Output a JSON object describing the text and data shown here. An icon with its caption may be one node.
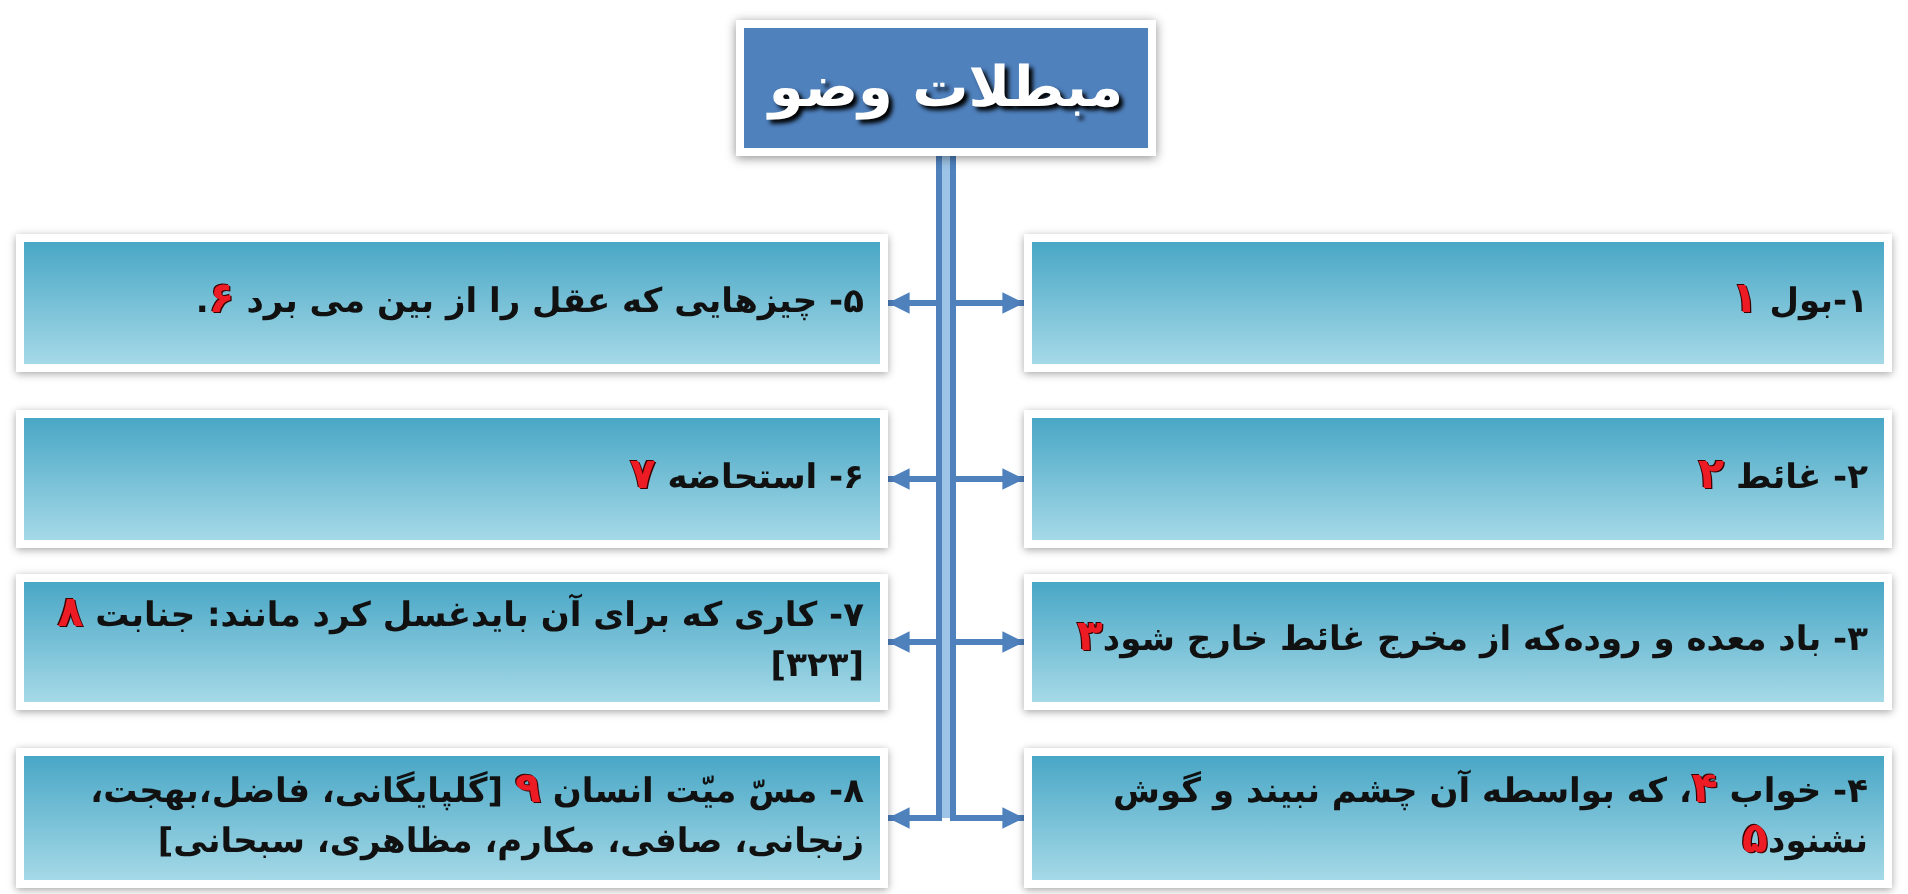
{
  "diagram": {
    "nodes": [
      {
        "text": [
          "مبطلات وضو"
        ]
      },
      {
        "text": [
          "۱-بول **۱**"
        ]
      },
      {
        "text": [
          "۲- غائط **۲**"
        ]
      },
      {
        "text": [
          "۳- باد معده و روده‌که از مخرج غائط خارج شود**۳**"
        ]
      },
      {
        "text": [
          "۴- خواب **۴**، که بواسطه آن چشم نبیند و گوش نشنود**۵**"
        ]
      },
      {
        "text": [
          "۵- چیزهایی که عقل را از بین می برد **۶**."
        ]
      },
      {
        "text": [
          "۶- استحاضه **۷**"
        ]
      },
      {
        "text": [
          "۷- کاری که برای آن بایدغسل کرد مانند: جنابت **۸** [۳۲۳]"
        ]
      },
      {
        "text": [
          "۸- مسّ میّت انسان **۹** [گلپایگانی، فاضل،بهجت، زنجانی، صافی، مکارم، مظاهری، سبحانی]"
        ]
      }
    ],
    "edges": [
      {
        "from": 0,
        "to": 1,
        "arrow": "to"
      },
      {
        "from": 0,
        "to": 2,
        "arrow": "to"
      },
      {
        "from": 0,
        "to": 3,
        "arrow": "to"
      },
      {
        "from": 0,
        "to": 4,
        "arrow": "to"
      },
      {
        "from": 0,
        "to": 5,
        "arrow": "to"
      },
      {
        "from": 0,
        "to": 6,
        "arrow": "to"
      },
      {
        "from": 0,
        "to": 7,
        "arrow": "to"
      },
      {
        "from": 0,
        "to": 8,
        "arrow": "to"
      }
    ]
  }
}
